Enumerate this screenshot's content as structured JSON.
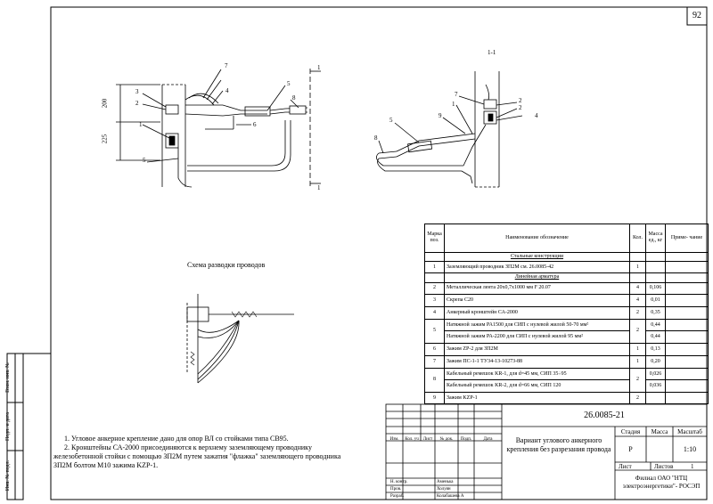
{
  "sheet_number": "92",
  "section_label": "1-1",
  "section_marker": "1",
  "dimensions": {
    "upper": "200",
    "lower": "225"
  },
  "callouts": {
    "left": [
      "7",
      "3",
      "4",
      "2",
      "5",
      "8",
      "1",
      "6",
      "5"
    ],
    "right": [
      "7",
      "2",
      "1",
      "2",
      "4",
      "5",
      "9",
      "8"
    ]
  },
  "scheme_title": "Схема разводки проводов",
  "spec_table": {
    "headers": {
      "mark": "Марка поз.",
      "name": "Наименование обозначение",
      "qty": "Кол.",
      "mass": "Масса ед., кг",
      "note": "Приме- чание"
    },
    "sections": {
      "steel": "Стальные конструкции",
      "line": "Линейная арматура"
    },
    "rows": [
      {
        "mark": "1",
        "name": "Заземляющий проводник ЗП2М см. 26.0085-42",
        "qty": "1",
        "mass": ""
      },
      {
        "mark": "2",
        "name": "Металлическая лента 20х0,7х1000 мм F 20.07",
        "qty": "4",
        "mass": "0,106"
      },
      {
        "mark": "3",
        "name": "Скрепа С20",
        "qty": "4",
        "mass": "0,01"
      },
      {
        "mark": "4",
        "name": "Анкерный кронштейн СА-2000",
        "qty": "2",
        "mass": "0,35"
      },
      {
        "mark": "5",
        "name": "Натяжной зажим PA1500 для СИП с нулевой жилой 50-70 мм²",
        "name2": "Натяжной зажим РА-2200 для СИП с нулевой жилой 95 мм²",
        "qty": "2",
        "mass": "0,44",
        "mass2": "0,44"
      },
      {
        "mark": "6",
        "name": "Зажим ZP-2 для ЗП2М",
        "qty": "1",
        "mass": "0,13"
      },
      {
        "mark": "7",
        "name": "Зажим ПС-1-1 ТУ34-13-10273-88",
        "qty": "1",
        "mass": "0,20"
      },
      {
        "mark": "8",
        "name": "Кабельный ремешок KR-1, для d=45 мм, СИП 35÷95",
        "name2": "Кабельный ремешок KR-2, для d=66 мм, СИП 120",
        "qty": "2",
        "mass": "0,026",
        "mass2": "0,036"
      },
      {
        "mark": "9",
        "name": "Зажим KZP-1",
        "qty": "2",
        "mass": ""
      }
    ]
  },
  "notes": [
    "1. Угловое анкерное крепление дано для опор ВЛ со стойками типа СВ95.",
    "2. Кронштейны СА-2000 присоединяются к верхнему заземляющему проводнику",
    "железобетонной стойки с помощью ЗП2М путем зажатия \"флажка\" заземляющего проводника",
    "ЗП2М болтом М10 зажима KZP-1."
  ],
  "side_stamps": [
    "Взам. инв. №",
    "Подп. и дата",
    "Инв. № подл."
  ],
  "title_block": {
    "doc_code": "26.0085-21",
    "col_headers": [
      "Изм.",
      "Кол. уч",
      "Лист",
      "№ док.",
      "Подп.",
      "Дата"
    ],
    "title": "Вариант углового анкерного крепления без разрезания провода",
    "stage_label": "Стадия",
    "mass_label": "Масса",
    "scale_label": "Масштаб",
    "stage": "Р",
    "scale": "1:10",
    "sheet_label": "Лист",
    "sheets_label": "Листов",
    "sheets": "1",
    "roles": [
      {
        "role": "Н. контр.",
        "name": "Аменька"
      },
      {
        "role": "Пров.",
        "name": "Холуян"
      },
      {
        "role": "Разраб.",
        "name": "Колабашева А"
      }
    ],
    "org": "Филиал ОАО \"НТЦ электроэнергетики\"- РОСЭП"
  }
}
